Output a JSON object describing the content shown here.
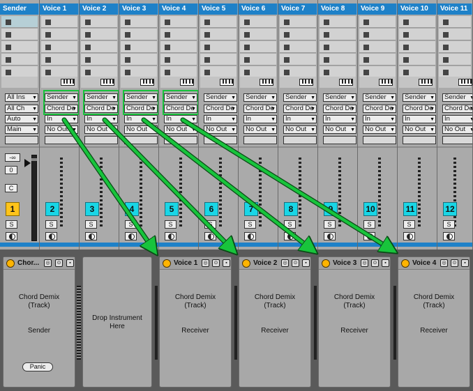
{
  "tracks": [
    {
      "name": "Sender",
      "num": "1"
    },
    {
      "name": "Voice 1",
      "num": "2"
    },
    {
      "name": "Voice 2",
      "num": "3"
    },
    {
      "name": "Voice 3",
      "num": "4"
    },
    {
      "name": "Voice 4",
      "num": "5"
    },
    {
      "name": "Voice 5",
      "num": "6"
    },
    {
      "name": "Voice 6",
      "num": "7"
    },
    {
      "name": "Voice 7",
      "num": "8"
    },
    {
      "name": "Voice 8",
      "num": "9"
    },
    {
      "name": "Voice 9",
      "num": "10"
    },
    {
      "name": "Voice 10",
      "num": "11"
    },
    {
      "name": "Voice 11",
      "num": "12"
    }
  ],
  "sender_io": {
    "input_type": "All Ins",
    "input_channel": "All Ch",
    "monitor": "Auto",
    "output": "Main"
  },
  "voice_io": {
    "input_type": "Sender",
    "input_channel": "Chord De",
    "monitor": "In",
    "output": "No Out"
  },
  "mixer": {
    "volume": "-∞",
    "pan": "0",
    "cue": "C",
    "solo": "S"
  },
  "devices": {
    "sender": {
      "title": "Chor...",
      "line1": "Chord Demix",
      "line2": "(Track)",
      "role": "Sender",
      "panic": "Panic"
    },
    "drop": {
      "line1": "Drop Instrument",
      "line2": "Here"
    },
    "receivers": [
      {
        "title": "Voice 1",
        "line1": "Chord Demix",
        "line2": "(Track)",
        "role": "Receiver"
      },
      {
        "title": "Voice 2",
        "line1": "Chord Demix",
        "line2": "(Track)",
        "role": "Receiver"
      },
      {
        "title": "Voice 3",
        "line1": "Chord Demix",
        "line2": "(Track)",
        "role": "Receiver"
      },
      {
        "title": "Voice 4",
        "line1": "Chord Demix",
        "line2": "(Track)",
        "role": "Receiver"
      }
    ]
  },
  "colors": {
    "header": "#1e81c8",
    "track_number": "#19d6e6",
    "track_number_selected": "#ffc41a",
    "highlight": "#18c43c"
  },
  "icons": [
    "power-icon",
    "hot-swap-icon",
    "midi-icon",
    "save-icon",
    "keyboard-icon",
    "stop-icon",
    "dropdown-icon",
    "solo-icon",
    "phase-icon"
  ]
}
